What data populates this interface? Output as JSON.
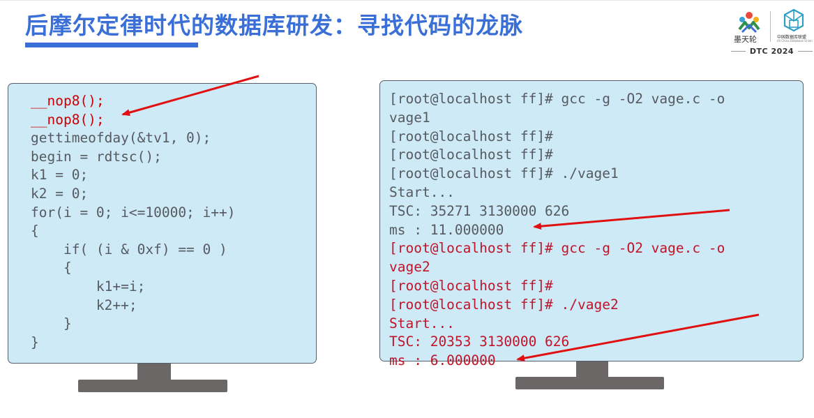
{
  "slide": {
    "title": "后摩尔定律时代的数据库研发：寻找代码的龙脉",
    "accent_color": "#3a6fd8"
  },
  "logos": {
    "motianlun": "墨天轮",
    "union_cn": "中国数据库联盟",
    "union_en": "All China Database Union",
    "event": "DTC 2024"
  },
  "left_code": {
    "lines": [
      {
        "text": "__nop8();",
        "color": "red"
      },
      {
        "text": "__nop8();",
        "color": "red"
      },
      {
        "text": "gettimeofday(&tv1, 0);",
        "color": "gray"
      },
      {
        "text": "begin = rdtsc();",
        "color": "gray"
      },
      {
        "text": "k1 = 0;",
        "color": "gray"
      },
      {
        "text": "k2 = 0;",
        "color": "gray"
      },
      {
        "text": "for(i = 0; i<=10000; i++)",
        "color": "gray"
      },
      {
        "text": "{",
        "color": "gray"
      },
      {
        "text": "    if( (i & 0xf) == 0 )",
        "color": "gray"
      },
      {
        "text": "    {",
        "color": "gray"
      },
      {
        "text": "        k1+=i;",
        "color": "gray"
      },
      {
        "text": "        k2++;",
        "color": "gray"
      },
      {
        "text": "    }",
        "color": "gray"
      },
      {
        "text": "}",
        "color": "gray"
      }
    ]
  },
  "right_terminal": {
    "lines": [
      {
        "text": "[root@localhost ff]# gcc -g -O2 vage.c -o",
        "color": "gray"
      },
      {
        "text": "vage1",
        "color": "gray"
      },
      {
        "text": "[root@localhost ff]#",
        "color": "gray"
      },
      {
        "text": "[root@localhost ff]#",
        "color": "gray"
      },
      {
        "text": "[root@localhost ff]# ./vage1",
        "color": "gray"
      },
      {
        "text": "Start...",
        "color": "gray"
      },
      {
        "text": "TSC: 35271 3130000 626",
        "color": "gray"
      },
      {
        "text": "ms : 11.000000",
        "color": "gray"
      },
      {
        "text": "[root@localhost ff]# gcc -g -O2 vage.c -o",
        "color": "red"
      },
      {
        "text": "vage2",
        "color": "red"
      },
      {
        "text": "[root@localhost ff]#",
        "color": "red"
      },
      {
        "text": "[root@localhost ff]# ./vage2",
        "color": "red"
      },
      {
        "text": "Start...",
        "color": "red"
      },
      {
        "text": "TSC: 20353 3130000 626",
        "color": "red"
      },
      {
        "text": "ms : 6.000000",
        "color": "red"
      }
    ]
  },
  "colors": {
    "screen_bg": "#cfeaf7",
    "arrow": "#e01010",
    "stand": "#6b6767"
  }
}
